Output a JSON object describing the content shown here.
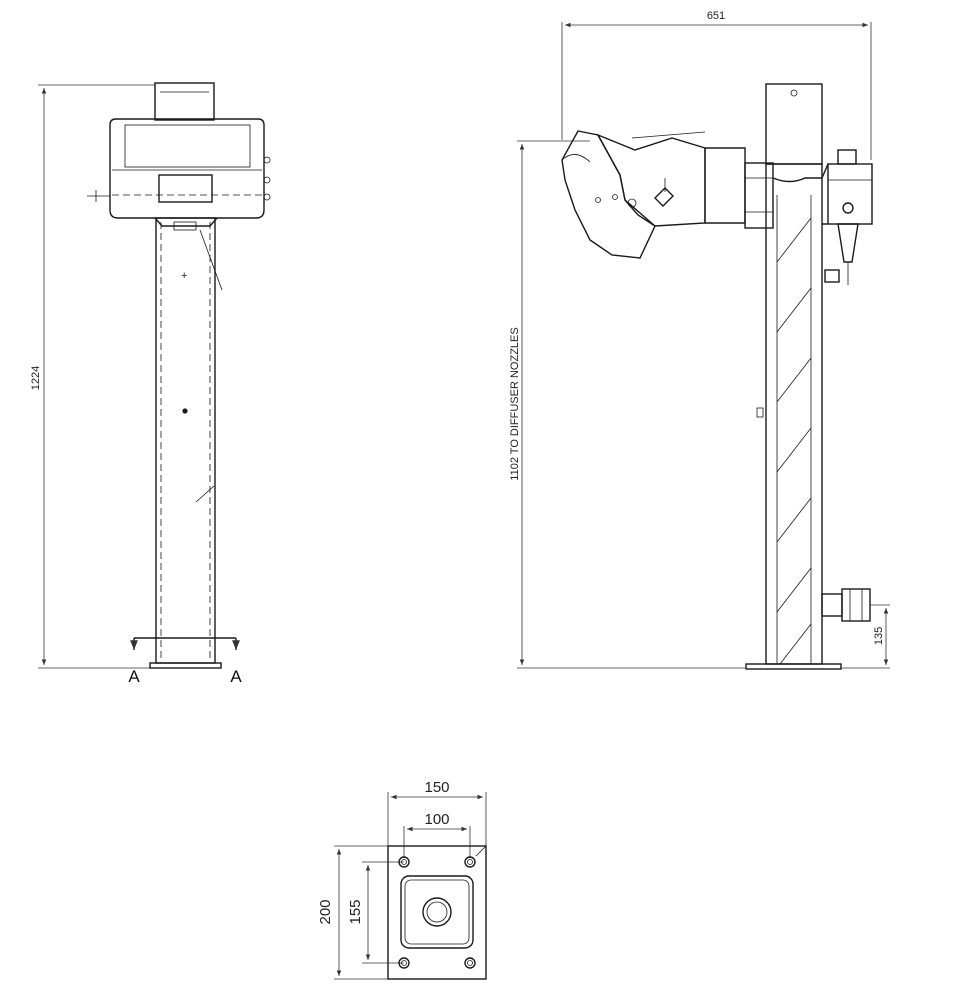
{
  "front_view": {
    "height_dim": "1224",
    "section_left": "A",
    "section_right": "A"
  },
  "side_view": {
    "width_dim": "651",
    "nozzle_height_dim": "1102 TO DIFFUSER NOZZLES",
    "inlet_height_dim": "135"
  },
  "base_plate": {
    "outer_width": "150",
    "hole_spacing_x": "100",
    "outer_height": "200",
    "hole_spacing_y": "155"
  }
}
